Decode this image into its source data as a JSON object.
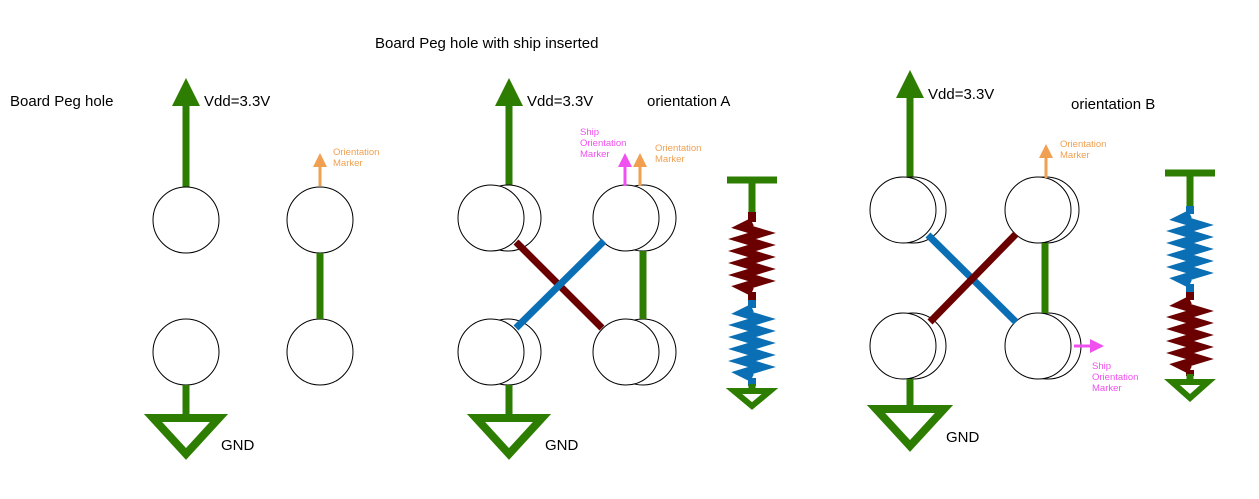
{
  "colors": {
    "power_wire": "#2d7d00",
    "resistor_dark_red": "#6b0000",
    "resistor_blue": "#0a6fb4",
    "orientation_marker": "#f0a050",
    "ship_marker": "#f050f0"
  },
  "labels": {
    "section_title_inserted": "Board Peg hole with ship inserted",
    "board_peg_hole": "Board Peg hole",
    "orientation_a": "orientation A",
    "orientation_b": "orientation B",
    "vdd": "Vdd=3.3V",
    "gnd": "GND",
    "orientation_marker_line1": "Orientation",
    "orientation_marker_line2": "Marker",
    "ship_marker_line1": "Ship",
    "ship_marker_line2": "Orientation",
    "ship_marker_line3": "Marker"
  },
  "diagrams": [
    {
      "name": "board-peg-hole",
      "ship_inserted": false
    },
    {
      "name": "orientation-a",
      "ship_inserted": true,
      "resistor_order_top_to_bottom": [
        "dark-red",
        "blue"
      ]
    },
    {
      "name": "orientation-b",
      "ship_inserted": true,
      "resistor_order_top_to_bottom": [
        "blue",
        "dark-red"
      ]
    }
  ]
}
